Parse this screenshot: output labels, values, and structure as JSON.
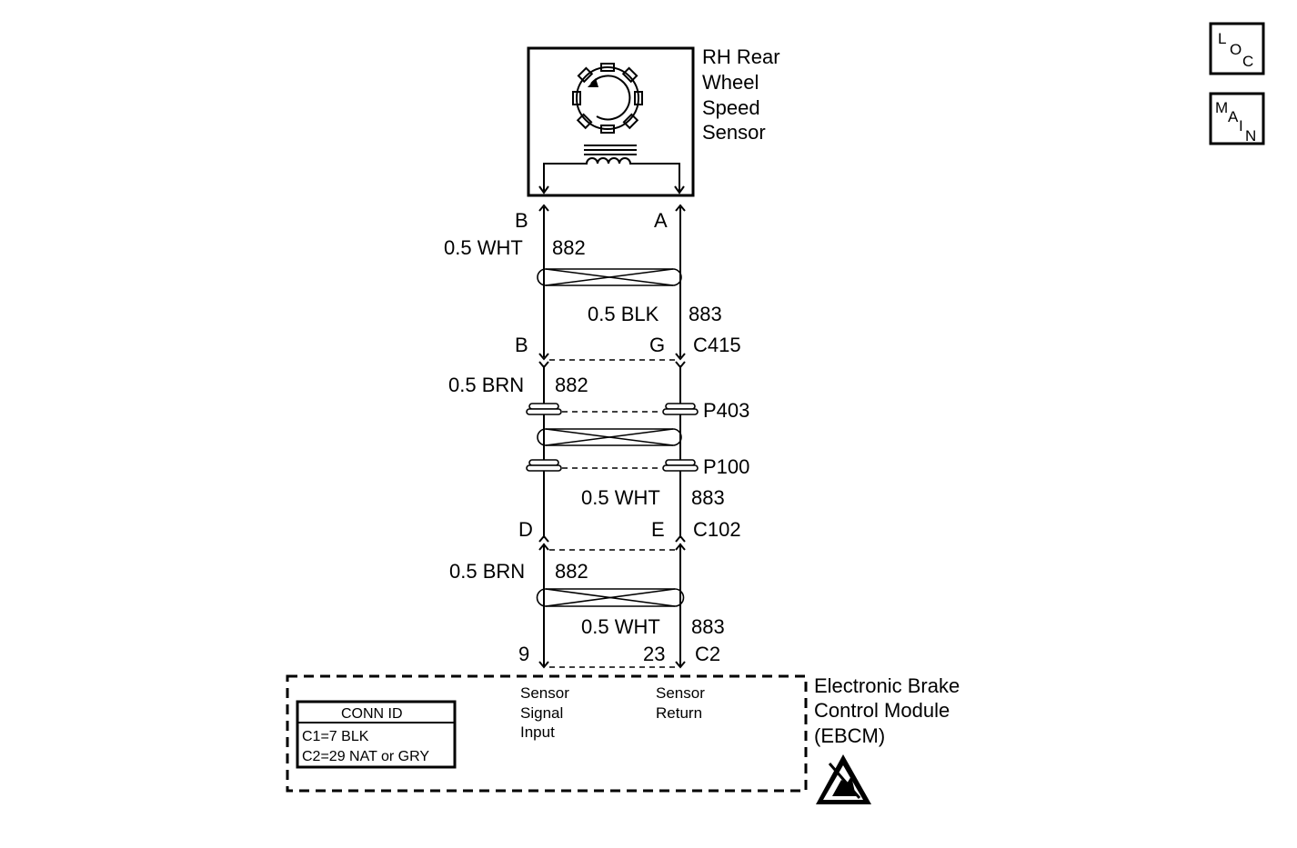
{
  "nav_buttons": {
    "loc": {
      "l1": "L",
      "l2": "O",
      "l3": "C"
    },
    "main": {
      "l1": "M",
      "l2": "A",
      "l3": "I",
      "l4": "N"
    }
  },
  "sensor": {
    "line1": "RH Rear",
    "line2": "Wheel",
    "line3": "Speed",
    "line4": "Sensor"
  },
  "sensor_terminals": {
    "left": "B",
    "right": "A"
  },
  "seg1": {
    "left_wire": "0.5 WHT",
    "left_circuit": "882",
    "right_wire": "0.5 BLK",
    "right_circuit": "883"
  },
  "c415": {
    "left_pin": "B",
    "right_pin": "G",
    "name": "C415"
  },
  "seg2": {
    "left_wire": "0.5 BRN",
    "left_circuit": "882"
  },
  "p403": "P403",
  "p100": "P100",
  "seg3": {
    "right_wire": "0.5 WHT",
    "right_circuit": "883"
  },
  "c102": {
    "left_pin": "D",
    "right_pin": "E",
    "name": "C102"
  },
  "seg4": {
    "left_wire": "0.5 BRN",
    "left_circuit": "882",
    "right_wire": "0.5 WHT",
    "right_circuit": "883"
  },
  "c2": {
    "left_pin": "9",
    "right_pin": "23",
    "name": "C2"
  },
  "ebcm": {
    "line1": "Electronic Brake",
    "line2": "Control Module",
    "line3": "(EBCM)",
    "input_label": {
      "l1": "Sensor",
      "l2": "Signal",
      "l3": "Input"
    },
    "return_label": {
      "l1": "Sensor",
      "l2": "Return"
    }
  },
  "conn_id": {
    "title": "CONN ID",
    "rows": [
      "C1=7 BLK",
      "C2=29 NAT or GRY"
    ]
  },
  "esd_icon": "esd-warning-icon"
}
